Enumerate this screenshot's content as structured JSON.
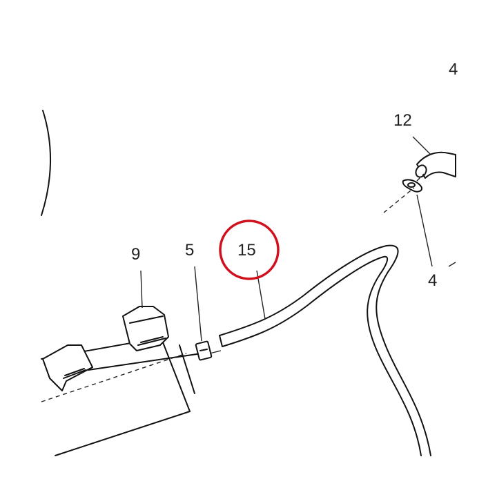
{
  "diagram": {
    "callouts": [
      {
        "id": "9",
        "text": "9"
      },
      {
        "id": "5",
        "text": "5"
      },
      {
        "id": "15",
        "text": "15"
      },
      {
        "id": "12",
        "text": "12"
      },
      {
        "id": "4a",
        "text": "4"
      },
      {
        "id": "4b",
        "text": "4"
      }
    ],
    "highlight": {
      "target": "15",
      "color": "#d0101c"
    }
  }
}
